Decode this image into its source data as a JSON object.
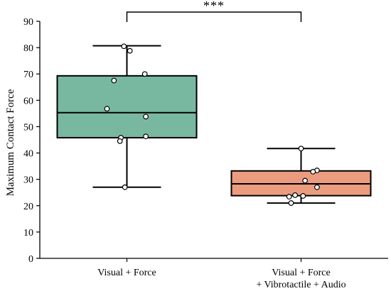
{
  "chart_data": {
    "type": "box",
    "title": "",
    "xlabel": "",
    "ylabel": "Maximum Contact Force",
    "ylim": [
      0,
      90
    ],
    "yticks": [
      0,
      10,
      20,
      30,
      40,
      50,
      60,
      70,
      80,
      90
    ],
    "grid": false,
    "categories": [
      [
        "Visual + Force"
      ],
      [
        "Visual + Force",
        "+ Vibrotactile + Audio"
      ]
    ],
    "boxes": [
      {
        "whisker_low": 27.0,
        "q1": 45.8,
        "median": 55.3,
        "q3": 69.3,
        "whisker_high": 80.7,
        "fill": "#79b8a0",
        "points": [
          {
            "jitter": -0.03,
            "value": 80.5
          },
          {
            "jitter": 0.03,
            "value": 78.8
          },
          {
            "jitter": 0.18,
            "value": 70.0
          },
          {
            "jitter": -0.13,
            "value": 67.5
          },
          {
            "jitter": -0.2,
            "value": 56.8
          },
          {
            "jitter": 0.19,
            "value": 53.8
          },
          {
            "jitter": -0.06,
            "value": 45.8
          },
          {
            "jitter": 0.19,
            "value": 46.3
          },
          {
            "jitter": -0.07,
            "value": 44.5
          },
          {
            "jitter": -0.02,
            "value": 27.0
          }
        ]
      },
      {
        "whisker_low": 21.0,
        "q1": 23.8,
        "median": 28.3,
        "q3": 33.2,
        "whisker_high": 41.7,
        "fill": "#ec9c7e",
        "points": [
          {
            "jitter": 0.0,
            "value": 41.7
          },
          {
            "jitter": 0.16,
            "value": 33.4
          },
          {
            "jitter": 0.12,
            "value": 32.9
          },
          {
            "jitter": 0.04,
            "value": 29.5
          },
          {
            "jitter": 0.16,
            "value": 27.0
          },
          {
            "jitter": -0.06,
            "value": 24.0
          },
          {
            "jitter": -0.12,
            "value": 23.4
          },
          {
            "jitter": 0.02,
            "value": 23.7
          },
          {
            "jitter": -0.1,
            "value": 21.0
          }
        ]
      }
    ],
    "significance": {
      "from": 0,
      "to": 1,
      "label": "***",
      "y": 93.5
    }
  }
}
